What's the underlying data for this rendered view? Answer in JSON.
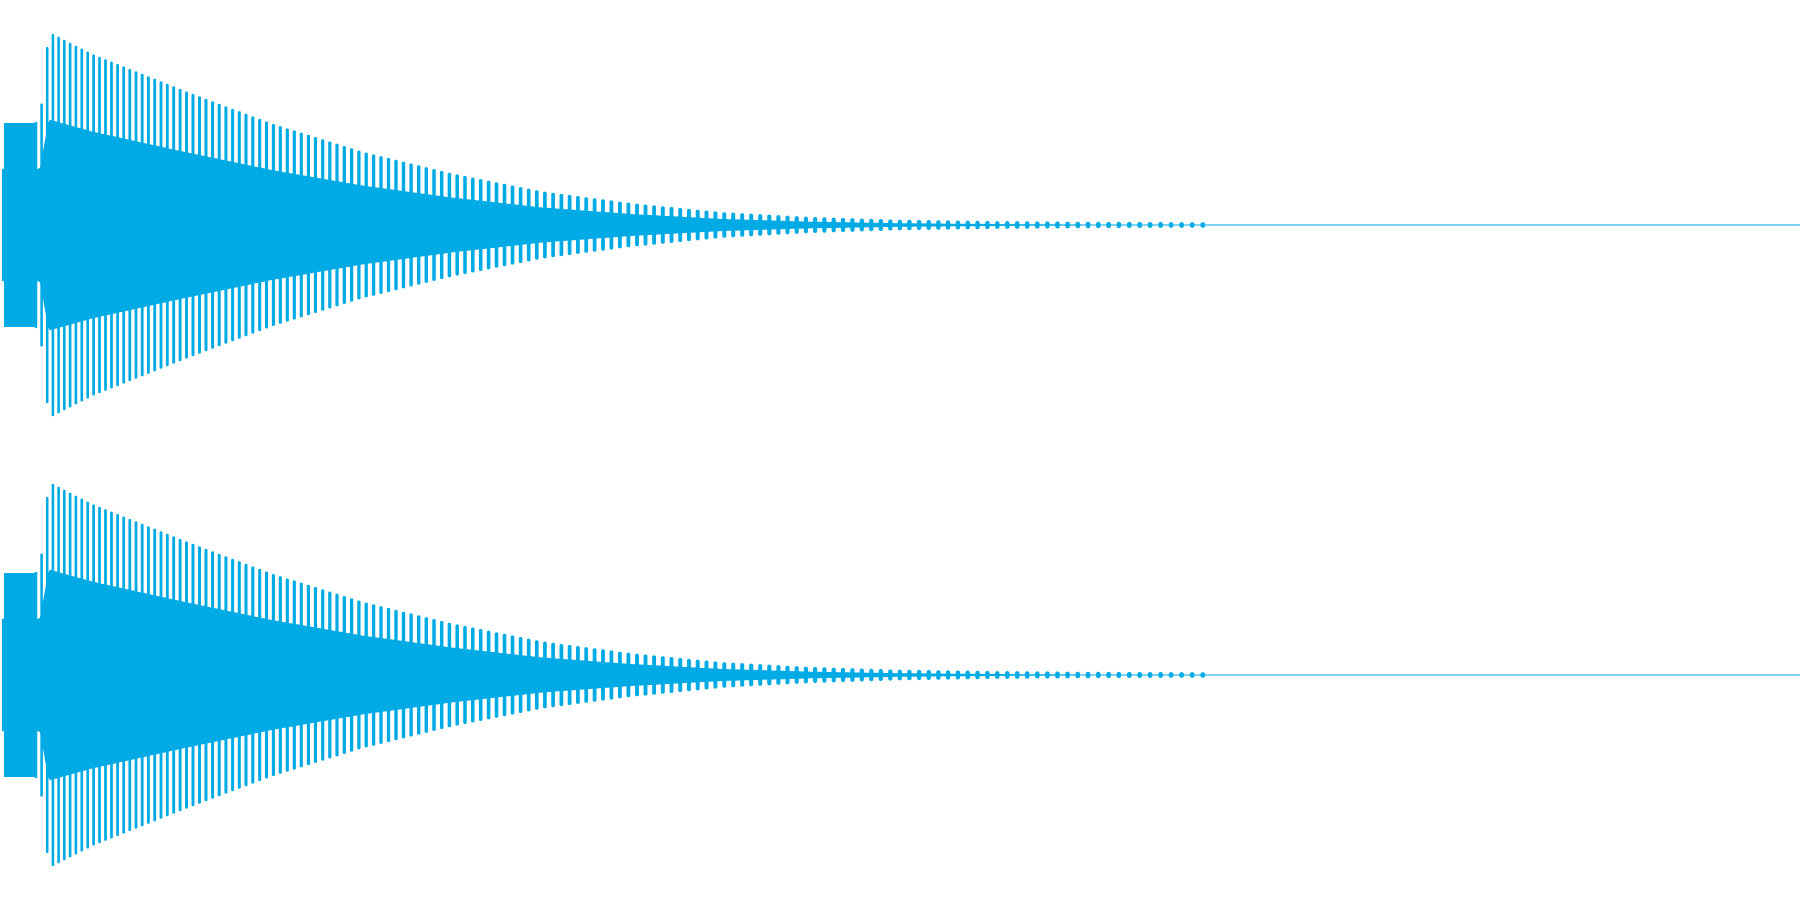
{
  "colors": {
    "waveform": "#00aae4",
    "background": "#ffffff"
  },
  "chart_data": {
    "type": "area",
    "title": "",
    "xlabel": "",
    "ylabel": "",
    "grid": false,
    "ylim": [
      -1,
      1
    ],
    "channels": [
      {
        "decay_profile": [
          {
            "t": 0.0,
            "peak": 0.51
          },
          {
            "t": 0.021,
            "peak": 0.51
          },
          {
            "t": 0.026,
            "peak": 0.96
          },
          {
            "t": 0.05,
            "peak": 0.85
          },
          {
            "t": 0.1,
            "peak": 0.67
          },
          {
            "t": 0.15,
            "peak": 0.5
          },
          {
            "t": 0.2,
            "peak": 0.36
          },
          {
            "t": 0.25,
            "peak": 0.25
          },
          {
            "t": 0.3,
            "peak": 0.16
          },
          {
            "t": 0.35,
            "peak": 0.1
          },
          {
            "t": 0.4,
            "peak": 0.055
          },
          {
            "t": 0.45,
            "peak": 0.03
          },
          {
            "t": 0.5,
            "peak": 0.016
          },
          {
            "t": 0.55,
            "peak": 0.009
          },
          {
            "t": 0.6,
            "peak": 0.005
          },
          {
            "t": 0.64,
            "peak": 0.003
          },
          {
            "t": 0.74,
            "peak": 0.0
          },
          {
            "t": 1.0,
            "peak": 0.0
          }
        ]
      },
      {
        "decay_profile": [
          {
            "t": 0.0,
            "peak": 0.51
          },
          {
            "t": 0.021,
            "peak": 0.51
          },
          {
            "t": 0.026,
            "peak": 0.96
          },
          {
            "t": 0.05,
            "peak": 0.85
          },
          {
            "t": 0.1,
            "peak": 0.67
          },
          {
            "t": 0.15,
            "peak": 0.5
          },
          {
            "t": 0.2,
            "peak": 0.36
          },
          {
            "t": 0.25,
            "peak": 0.25
          },
          {
            "t": 0.3,
            "peak": 0.16
          },
          {
            "t": 0.35,
            "peak": 0.1
          },
          {
            "t": 0.4,
            "peak": 0.055
          },
          {
            "t": 0.45,
            "peak": 0.03
          },
          {
            "t": 0.5,
            "peak": 0.016
          },
          {
            "t": 0.55,
            "peak": 0.009
          },
          {
            "t": 0.6,
            "peak": 0.005
          },
          {
            "t": 0.64,
            "peak": 0.003
          },
          {
            "t": 0.74,
            "peak": 0.0
          },
          {
            "t": 1.0,
            "peak": 0.0
          }
        ]
      }
    ]
  }
}
